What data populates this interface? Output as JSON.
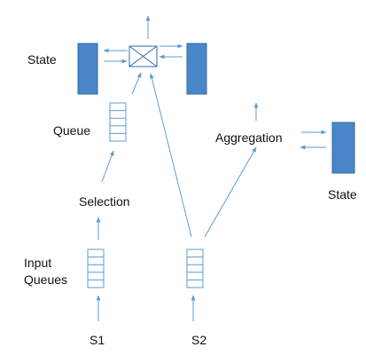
{
  "labels": {
    "state_left": "State",
    "queue": "Queue",
    "aggregation": "Aggregation",
    "state_right": "State",
    "selection": "Selection",
    "input_queues_line1": "Input",
    "input_queues_line2": "Queues",
    "s1": "S1",
    "s2": "S2"
  },
  "colors": {
    "arrow": "#5b9bd5",
    "state_fill": "#4a86c8",
    "state_stroke": "#2f6aa8",
    "queue_stroke": "#5b9bd5"
  }
}
